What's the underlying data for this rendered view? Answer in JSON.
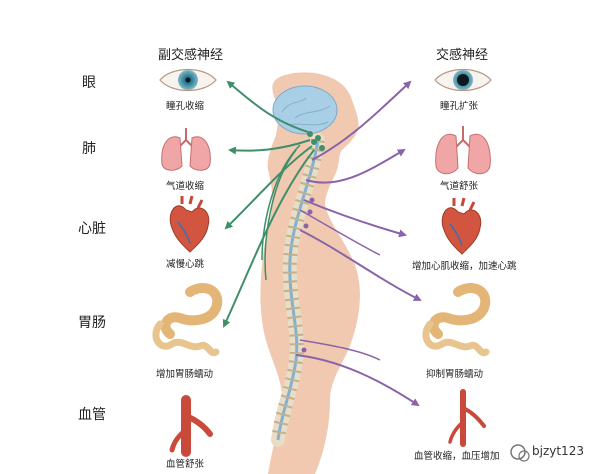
{
  "headers": {
    "parasympathetic": "副交感神经",
    "sympathetic": "交感神经"
  },
  "organs": [
    {
      "key": "eye",
      "label": "眼",
      "para_effect": "瞳孔收缩",
      "symp_effect": "瞳孔扩张"
    },
    {
      "key": "lung",
      "label": "肺",
      "para_effect": "气道收缩",
      "symp_effect": "气道舒张"
    },
    {
      "key": "heart",
      "label": "心脏",
      "para_effect": "减慢心跳",
      "symp_effect": "增加心肌收缩，加速心跳"
    },
    {
      "key": "gut",
      "label": "胃肠",
      "para_effect": "增加胃肠蠕动",
      "symp_effect": "抑制胃肠蠕动"
    },
    {
      "key": "vessel",
      "label": "血管",
      "para_effect": "血管舒张",
      "symp_effect": "血管收缩，血压增加"
    }
  ],
  "watermark": {
    "text": "bjzyt123"
  },
  "colors": {
    "para_arrow": "#3f8f6a",
    "symp_arrow": "#8a63a8",
    "body": "#f1c9b1",
    "brain": "#a9cfe6",
    "spine": "#e9ddc6"
  }
}
